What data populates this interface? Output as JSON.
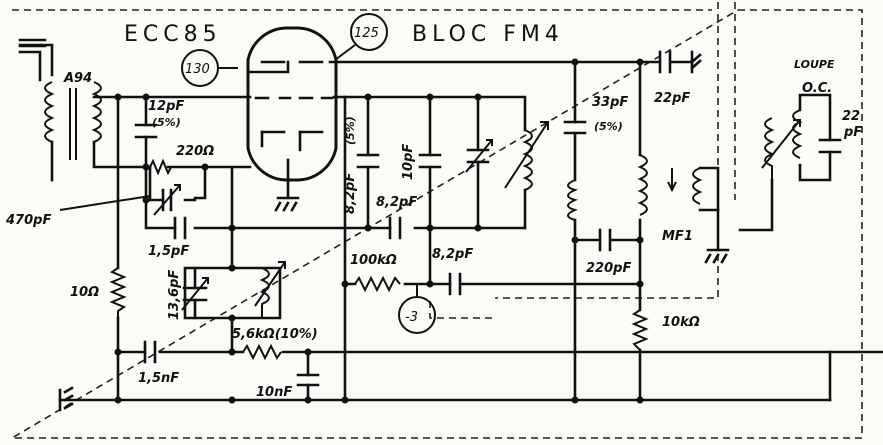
{
  "title_tube": "ECC85",
  "title_block": "BLOC  FM4",
  "refs": {
    "ref_130": "130",
    "ref_125": "125",
    "ref_minus3": "-3"
  },
  "components": {
    "a94": "A94",
    "c12pf": "12pF",
    "c12pf_tol": "(5%)",
    "r220": "220Ω",
    "c470pf": "470pF",
    "c1_5pf": "1,5pF",
    "r10": "10Ω",
    "c13_6pf": "13,6pF",
    "r5_6k": "5,6kΩ(10%)",
    "c1_5nf": "1,5nF",
    "c10nf": "10nF",
    "c8_2pf_a": "8,2pF",
    "c8_2pf_a_tol": "(5%)",
    "c10pf": "10pF",
    "c8_2pf_b": "8,2pF",
    "r100k": "100kΩ",
    "c8_2pf_c": "8,2pF",
    "c33pf": "33pF",
    "c33pf_tol": "(5%)",
    "c22pf": "22pF",
    "c220pf": "220pF",
    "mf1": "MF1",
    "r10k": "10kΩ",
    "loupe": "LOUPE",
    "oc": "O.C.",
    "c22pf_b": "22",
    "c22pf_b_unit": "pF"
  }
}
